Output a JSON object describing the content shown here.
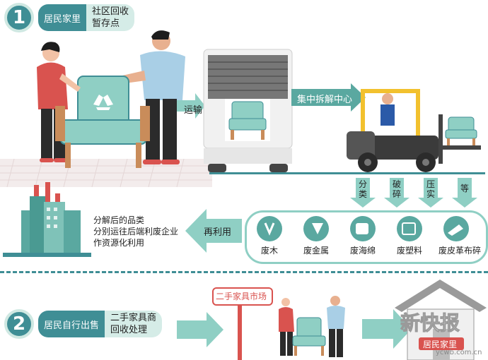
{
  "step1": {
    "number": "1",
    "tag": "居民家里",
    "box_line1": "社区回收",
    "box_line2": "暂存点"
  },
  "transport_label": "运输",
  "center_label": "集中拆解中心",
  "processes": [
    "分类",
    "破碎",
    "压实",
    "等"
  ],
  "categories": [
    {
      "label": "废木",
      "icon": "wood-icon"
    },
    {
      "label": "废金属",
      "icon": "metal-icon"
    },
    {
      "label": "废海绵",
      "icon": "sponge-icon"
    },
    {
      "label": "废塑料",
      "icon": "plastic-icon"
    },
    {
      "label": "废皮革布碎",
      "icon": "leather-icon"
    }
  ],
  "reuse_label": "再利用",
  "factory_text": {
    "line1": "分解后的品类",
    "line2": "分别运往后端利废企业",
    "line3": "作资源化利用"
  },
  "step2": {
    "number": "2",
    "tag": "居民自行出售",
    "box_line1": "二手家具商",
    "box_line2": "回收处理"
  },
  "market_sign": "二手家具市场",
  "house_label": "居民家里",
  "watermark": {
    "title": "新快报",
    "url": "ycwb.com.cn"
  },
  "colors": {
    "teal": "#5aa8a0",
    "dark_teal": "#3f8e95",
    "light_teal": "#d5ece7",
    "red": "#d9534f"
  }
}
